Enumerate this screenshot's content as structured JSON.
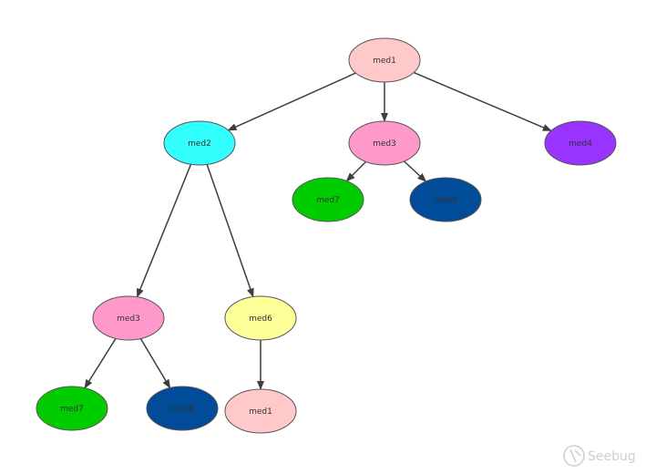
{
  "diagram": {
    "type": "tree",
    "edge_color": "#3d3d3d",
    "node_stroke": "#555555",
    "nodes": [
      {
        "id": "n1",
        "label": "med1",
        "color": "#ffc9c9"
      },
      {
        "id": "n2",
        "label": "med2",
        "color": "#33ffff"
      },
      {
        "id": "n3",
        "label": "med3",
        "color": "#ff99cc"
      },
      {
        "id": "n4",
        "label": "med4",
        "color": "#9933ff"
      },
      {
        "id": "n5",
        "label": "med7",
        "color": "#00cc00"
      },
      {
        "id": "n6",
        "label": "med8",
        "color": "#004c99"
      },
      {
        "id": "n7",
        "label": "med3",
        "color": "#ff99cc"
      },
      {
        "id": "n8",
        "label": "med6",
        "color": "#ffff99"
      },
      {
        "id": "n9",
        "label": "med7",
        "color": "#00cc00"
      },
      {
        "id": "n10",
        "label": "med8",
        "color": "#004c99"
      },
      {
        "id": "n11",
        "label": "med1",
        "color": "#ffc9c9"
      }
    ],
    "edges": [
      {
        "from": "n1",
        "to": "n2"
      },
      {
        "from": "n1",
        "to": "n3"
      },
      {
        "from": "n1",
        "to": "n4"
      },
      {
        "from": "n3",
        "to": "n5"
      },
      {
        "from": "n3",
        "to": "n6"
      },
      {
        "from": "n2",
        "to": "n7"
      },
      {
        "from": "n2",
        "to": "n8"
      },
      {
        "from": "n7",
        "to": "n9"
      },
      {
        "from": "n7",
        "to": "n10"
      },
      {
        "from": "n8",
        "to": "n11"
      }
    ]
  },
  "watermark": {
    "text": "Seebug",
    "icon": "seebug-logo-icon",
    "color": "#cfcfcf"
  }
}
